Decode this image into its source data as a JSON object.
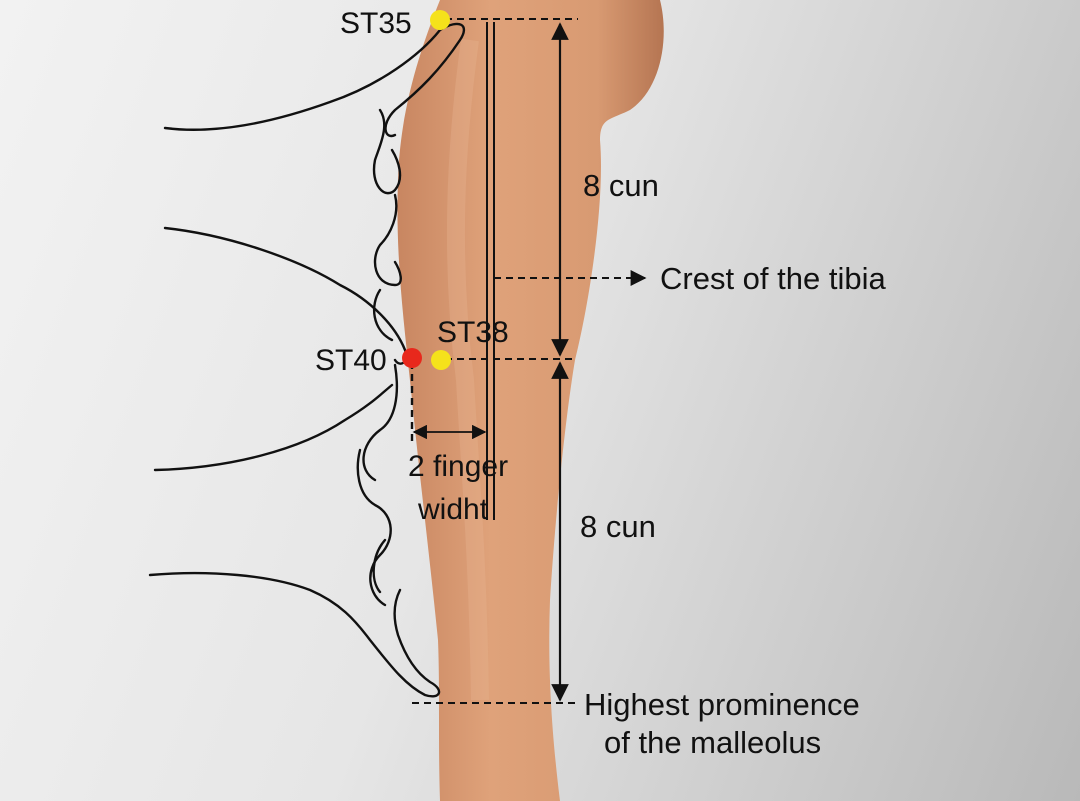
{
  "points": [
    {
      "id": "ST35",
      "label": "ST35",
      "color": "#f5e21b"
    },
    {
      "id": "ST38",
      "label": "ST38",
      "color": "#f5e21b"
    },
    {
      "id": "ST40",
      "label": "ST40",
      "color": "#e8281c"
    }
  ],
  "annotations": {
    "upper_distance": "8 cun",
    "lower_distance": "8 cun",
    "crest": "Crest of the tibia",
    "finger_line1": "2 finger",
    "finger_line2": "widht",
    "malleolus_line1": "Highest prominence",
    "malleolus_line2": "of the malleolus"
  },
  "colors": {
    "skin": "#d99a72",
    "skin_shadow": "#c07d55",
    "background": "#e8e8e8",
    "line": "#111111"
  }
}
